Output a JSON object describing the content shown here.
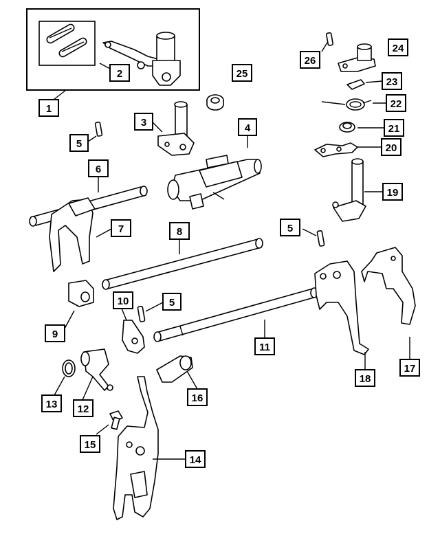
{
  "diagram": {
    "callouts": [
      {
        "id": "c1",
        "text": "1"
      },
      {
        "id": "c2",
        "text": "2"
      },
      {
        "id": "c3",
        "text": "3"
      },
      {
        "id": "c4",
        "text": "4"
      },
      {
        "id": "c5a",
        "text": "5"
      },
      {
        "id": "c5b",
        "text": "5"
      },
      {
        "id": "c5c",
        "text": "5"
      },
      {
        "id": "c6",
        "text": "6"
      },
      {
        "id": "c7",
        "text": "7"
      },
      {
        "id": "c8",
        "text": "8"
      },
      {
        "id": "c9",
        "text": "9"
      },
      {
        "id": "c10",
        "text": "10"
      },
      {
        "id": "c11",
        "text": "11"
      },
      {
        "id": "c12",
        "text": "12"
      },
      {
        "id": "c13",
        "text": "13"
      },
      {
        "id": "c14",
        "text": "14"
      },
      {
        "id": "c15",
        "text": "15"
      },
      {
        "id": "c16",
        "text": "16"
      },
      {
        "id": "c17",
        "text": "17"
      },
      {
        "id": "c18",
        "text": "18"
      },
      {
        "id": "c19",
        "text": "19"
      },
      {
        "id": "c20",
        "text": "20"
      },
      {
        "id": "c21",
        "text": "21"
      },
      {
        "id": "c22",
        "text": "22"
      },
      {
        "id": "c23",
        "text": "23"
      },
      {
        "id": "c24",
        "text": "24"
      },
      {
        "id": "c25",
        "text": "25"
      },
      {
        "id": "c26",
        "text": "26"
      }
    ]
  }
}
